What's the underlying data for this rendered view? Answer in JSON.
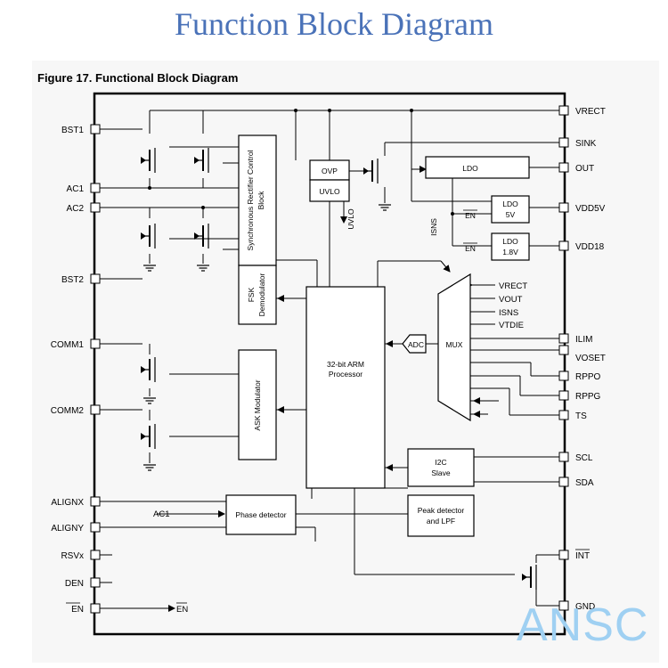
{
  "header": {
    "title": "Function Block Diagram"
  },
  "figure": {
    "caption": "Figure 17.  Functional Block Diagram"
  },
  "pins_left": {
    "bst1": "BST1",
    "ac1": "AC1",
    "ac2": "AC2",
    "bst2": "BST2",
    "comm1": "COMM1",
    "comm2": "COMM2",
    "alignx": "ALIGNX",
    "aligny": "ALIGNY",
    "rsvx": "RSVx",
    "den": "DEN",
    "en": "EN"
  },
  "pins_right": {
    "vrect": "VRECT",
    "sink": "SINK",
    "out": "OUT",
    "vdd5v": "VDD5V",
    "vdd18": "VDD18",
    "ilim": "ILIM",
    "voset": "VOSET",
    "rppo": "RPPO",
    "rppg": "RPPG",
    "ts": "TS",
    "scl": "SCL",
    "sda": "SDA",
    "int": "INT",
    "gnd": "GND"
  },
  "blocks": {
    "sync_rect_line1": "Synchronous Rectifier Control",
    "sync_rect_line2": "Block",
    "fsk_line1": "FSK",
    "fsk_line2": "Demodulator",
    "ask": "ASK Modulator",
    "arm_line1": "32-bit ARM",
    "arm_line2": "Processor",
    "ovp": "OVP",
    "uvlo": "UVLO",
    "uvlo_out": "UVLO",
    "ldo_main": "LDO",
    "ldo5_line1": "LDO",
    "ldo5_line2": "5V",
    "ldo18_line1": "LDO",
    "ldo18_line2": "1.8V",
    "isns_label": "ISNS",
    "en_label1": "EN",
    "en_label2": "EN",
    "adc": "ADC",
    "mux": "MUX",
    "mux_in": [
      "VRECT",
      "VOUT",
      "ISNS",
      "VTDIE"
    ],
    "i2c_line1": "I2C",
    "i2c_line2": "Slave",
    "phase": "Phase detector",
    "phase_in": "AC1",
    "peak_line1": "Peak detector",
    "peak_line2": "and LPF",
    "en_out": "EN"
  },
  "watermark": "ANSC"
}
